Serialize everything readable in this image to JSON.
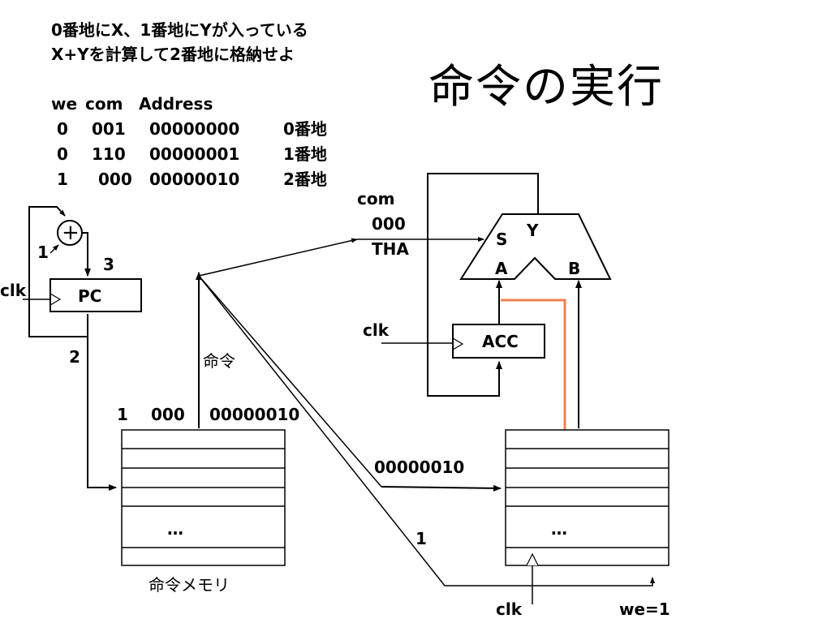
{
  "header": {
    "line1": "0番地にX、1番地にYが入っている",
    "line2": "X+Yを計算して2番地に格納せよ"
  },
  "title": "命令の実行",
  "table": {
    "headers": [
      "we",
      "com",
      "Address"
    ],
    "rows": [
      {
        "we": "0",
        "com": "001",
        "address": "00000000",
        "label": "0番地"
      },
      {
        "we": "0",
        "com": "110",
        "address": "00000001",
        "label": "1番地"
      },
      {
        "we": "1",
        "com": "000",
        "address": "00000010",
        "label": "2番地"
      }
    ]
  },
  "pc": {
    "label": "PC",
    "clk": "clk",
    "plus": "+",
    "one": "1",
    "bit3": "3",
    "bit2": "2"
  },
  "instruction_memory": {
    "fields": [
      "1",
      "000",
      "00000010"
    ],
    "wire_label": "命令",
    "ellipsis": "…",
    "caption": "命令メモリ"
  },
  "alu": {
    "com": "com",
    "op": "000",
    "op_name": "THA",
    "s": "S",
    "y": "Y",
    "a": "A",
    "b": "B"
  },
  "acc": {
    "label": "ACC",
    "clk": "clk"
  },
  "data_memory": {
    "address": "00000010",
    "ellipsis": "…",
    "we_value": "1",
    "clk": "clk",
    "we_label": "we=1"
  },
  "colors": {
    "highlight": "#f08050",
    "line": "#000000"
  }
}
